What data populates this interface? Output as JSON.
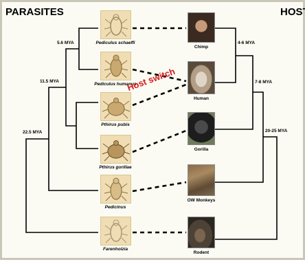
{
  "headers": {
    "parasites": "PARASITES",
    "host": "HOST"
  },
  "parasites": [
    {
      "name": "Pediculus schaeffi"
    },
    {
      "name": "Pediculus humanus"
    },
    {
      "name": "Pthirus pubis"
    },
    {
      "name": "Pthirus gorillae"
    },
    {
      "name": "Pedicinus"
    },
    {
      "name": "Farenholzia"
    }
  ],
  "hosts": [
    {
      "name": "Chimp"
    },
    {
      "name": "Human"
    },
    {
      "name": "Gorilla"
    },
    {
      "name": "OW Monkeys"
    },
    {
      "name": "Rodent"
    }
  ],
  "parasite_dates": [
    "5.6 MYA",
    "11.5 MYA",
    "22.5 MYA"
  ],
  "host_dates": [
    "4-6 MYA",
    "7-8 MYA",
    "20-25 MYA"
  ],
  "annotation": "Host switch",
  "colors": {
    "host_switch": "#d21a1a",
    "lice_bg": "#f1ddb3"
  }
}
